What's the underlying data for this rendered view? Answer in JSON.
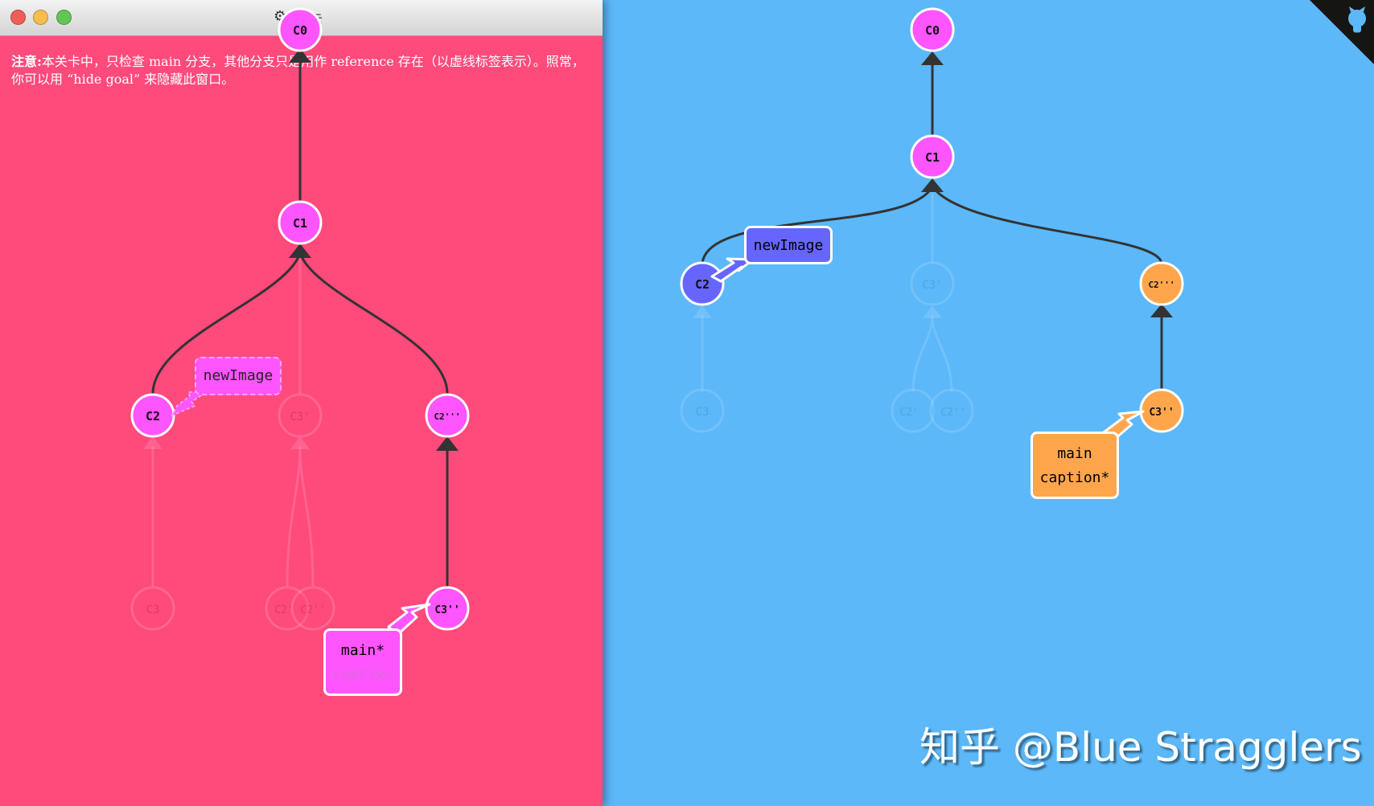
{
  "window": {
    "title": "示"
  },
  "goal": {
    "note_label": "注意:",
    "note_text": "本关卡中，只检查 main 分支，其他分支只是用作 reference 存在（以虚线标签表示）。照常，你可以用 “hide goal” 来隐藏此窗口。",
    "commits": [
      "C0",
      "C1",
      "C2",
      "C3'",
      "C2'''",
      "C3",
      "C2'",
      "C2''",
      "C3''"
    ],
    "branches": {
      "newImage": "newImage",
      "main": "main*",
      "caption": "caption"
    }
  },
  "current": {
    "commits": [
      "C0",
      "C1",
      "C2",
      "C3'",
      "C2'''",
      "C3",
      "C2'",
      "C2''",
      "C3''"
    ],
    "branches": {
      "newImage": "newImage",
      "main": "main",
      "caption": "caption*"
    }
  },
  "watermark": "知乎 @Blue Stragglers",
  "colors": {
    "goal_bg": "#ff4a7c",
    "current_bg": "#5cb8f8",
    "commit_magenta": "#ff55ff",
    "commit_blue": "#6666ff",
    "commit_orange": "#ffa64d"
  },
  "icons": [
    "github-octocat-icon",
    "gear-icon"
  ]
}
